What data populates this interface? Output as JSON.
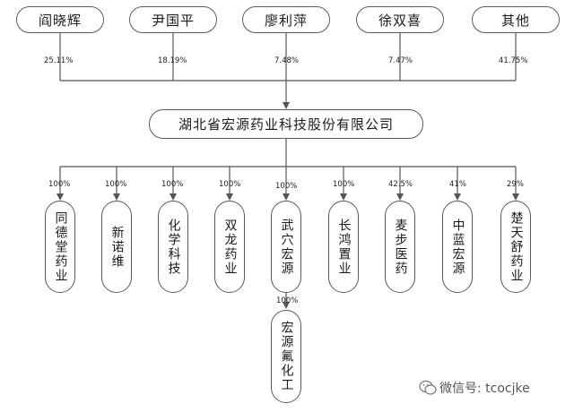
{
  "shareholders": [
    {
      "name": "阎晓辉",
      "pct": "25.11%"
    },
    {
      "name": "尹国平",
      "pct": "18.19%"
    },
    {
      "name": "廖利萍",
      "pct": "7.48%"
    },
    {
      "name": "徐双喜",
      "pct": "7.47%"
    },
    {
      "name": "其他",
      "pct": "41.75%"
    }
  ],
  "company": "湖北省宏源药业科技股份有限公司",
  "subsidiaries": [
    {
      "name": "同德堂药业",
      "pct": "100%"
    },
    {
      "name": "新诺维",
      "pct": "100%"
    },
    {
      "name": "化学科技",
      "pct": "100%"
    },
    {
      "name": "双龙药业",
      "pct": "100%"
    },
    {
      "name": "武穴宏源",
      "pct": "100%"
    },
    {
      "name": "长鸿置业",
      "pct": "100%"
    },
    {
      "name": "麦步医药",
      "pct": "42.5%"
    },
    {
      "name": "中蓝宏源",
      "pct": "41%"
    },
    {
      "name": "楚天舒药业",
      "pct": "29%"
    }
  ],
  "sub_subsidiary": {
    "name": "宏源氟化工",
    "pct": "100%"
  },
  "watermark": {
    "text": "微信号: tcocjke",
    "icon": "wechat-icon"
  }
}
